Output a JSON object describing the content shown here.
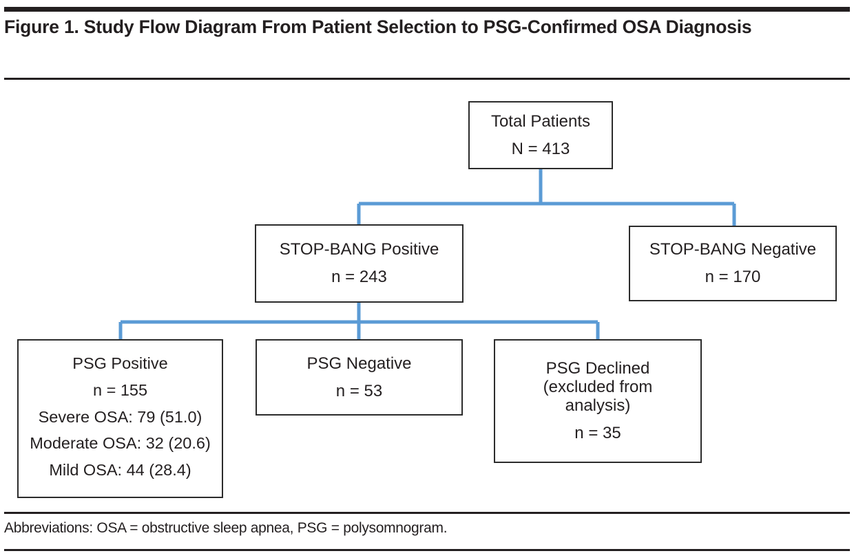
{
  "figure": {
    "title": "Figure 1. Study Flow Diagram From Patient Selection to PSG-Confirmed OSA Diagnosis",
    "footnote": "Abbreviations: OSA = obstructive sleep apnea, PSG = polysomnogram.",
    "connector_color": "#5b9bd5",
    "box_border_color": "#2b2b2b",
    "rule_color": "#231f20"
  },
  "chart_data": {
    "type": "diagram",
    "title": "Figure 1. Study Flow Diagram From Patient Selection to PSG-Confirmed OSA Diagnosis",
    "nodes": [
      {
        "id": "total",
        "label": "Total Patients",
        "count_label": "N = 413",
        "n": 413
      },
      {
        "id": "sb_positive",
        "label": "STOP-BANG Positive",
        "count_label": "n = 243",
        "n": 243
      },
      {
        "id": "sb_negative",
        "label": "STOP-BANG Negative",
        "count_label": "n = 170",
        "n": 170
      },
      {
        "id": "psg_positive",
        "label": "PSG Positive",
        "count_label": "n = 155",
        "n": 155
      },
      {
        "id": "psg_negative",
        "label": "PSG Negative",
        "count_label": "n = 53",
        "n": 53
      },
      {
        "id": "psg_declined",
        "label": "PSG Declined",
        "sublabel_line1": "(excluded from",
        "sublabel_line2": "analysis)",
        "count_label": "n = 35",
        "n": 35
      }
    ],
    "severity_breakdown": [
      {
        "label": "Severe OSA: 79 (51.0)",
        "severity": "Severe",
        "count": 79,
        "percent": 51.0
      },
      {
        "label": "Moderate OSA: 32 (20.6)",
        "severity": "Moderate",
        "count": 32,
        "percent": 20.6
      },
      {
        "label": "Mild OSA: 44 (28.4)",
        "severity": "Mild",
        "count": 44,
        "percent": 28.4
      }
    ],
    "edges": [
      {
        "from": "total",
        "to": "sb_positive"
      },
      {
        "from": "total",
        "to": "sb_negative"
      },
      {
        "from": "sb_positive",
        "to": "psg_positive"
      },
      {
        "from": "sb_positive",
        "to": "psg_negative"
      },
      {
        "from": "sb_positive",
        "to": "psg_declined"
      }
    ]
  },
  "nodes": {
    "total": {
      "label": "Total Patients",
      "count": "N = 413"
    },
    "sb_positive": {
      "label": "STOP-BANG Positive",
      "count": "n = 243"
    },
    "sb_negative": {
      "label": "STOP-BANG Negative",
      "count": "n = 170"
    },
    "psg_positive": {
      "label": "PSG Positive",
      "count": "n = 155",
      "severe": "Severe OSA: 79 (51.0)",
      "moderate": "Moderate OSA: 32 (20.6)",
      "mild": "Mild OSA: 44 (28.4)"
    },
    "psg_negative": {
      "label": "PSG Negative",
      "count": "n = 53"
    },
    "psg_declined": {
      "label": "PSG Declined",
      "sub1": "(excluded from",
      "sub2": "analysis)",
      "count": "n = 35"
    }
  }
}
